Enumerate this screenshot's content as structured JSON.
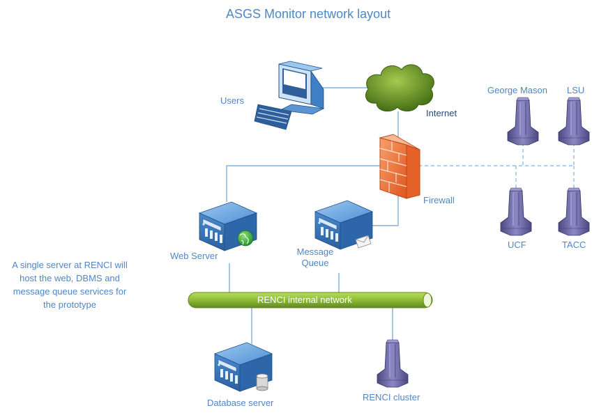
{
  "title": "ASGS Monitor network layout",
  "nodes": {
    "users": "Users",
    "internet": "Internet",
    "firewall": "Firewall",
    "web_server": "Web Server",
    "message_queue_line1": "Message",
    "message_queue_line2": "Queue",
    "database_server": "Database server",
    "renci_cluster": "RENCI cluster",
    "george_mason": "George Mason",
    "lsu": "LSU",
    "ucf": "UCF",
    "tacc": "TACC"
  },
  "network": {
    "label": "RENCI internal network"
  },
  "note": [
    "A single server at RENCI will",
    "host the web, DBMS and",
    "message queue services for",
    "the prototype"
  ],
  "colors": {
    "text": "#4f86c6",
    "line": "#6fa0cc",
    "pipe": "#8dbb35",
    "cluster": "#6e6aa3",
    "server": "#3f7fc4",
    "firewall": "#f07a3c",
    "cloud": "#5e8a1c"
  }
}
